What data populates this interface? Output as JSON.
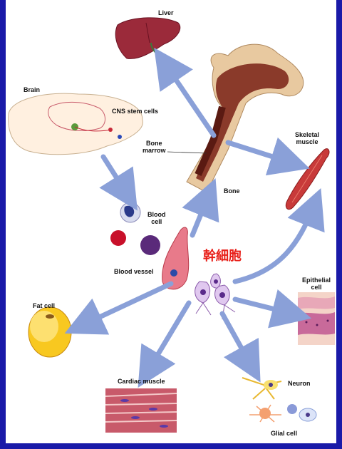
{
  "labels": {
    "liver": "Liver",
    "brain": "Brain",
    "cns_stem_cells": "CNS stem cells",
    "bone_marrow_line1": "Bone",
    "bone_marrow_line2": "marrow",
    "bone": "Bone",
    "skeletal_muscle_line1": "Skeletal",
    "skeletal_muscle_line2": "muscle",
    "blood_cell_line1": "Blood",
    "blood_cell_line2": "cell",
    "blood_vessel": "Blood vessel",
    "stem_cell_center": "幹細胞",
    "epithelial_cell_line1": "Epithelial",
    "epithelial_cell_line2": "cell",
    "fat_cell": "Fat cell",
    "cardiac_muscle": "Cardiac muscle",
    "neuron": "Neuron",
    "glial_cell": "Glial cell"
  },
  "colors": {
    "background": "#1a1aa8",
    "arrow": "#8aa0d8",
    "center_label": "#e8201a"
  }
}
